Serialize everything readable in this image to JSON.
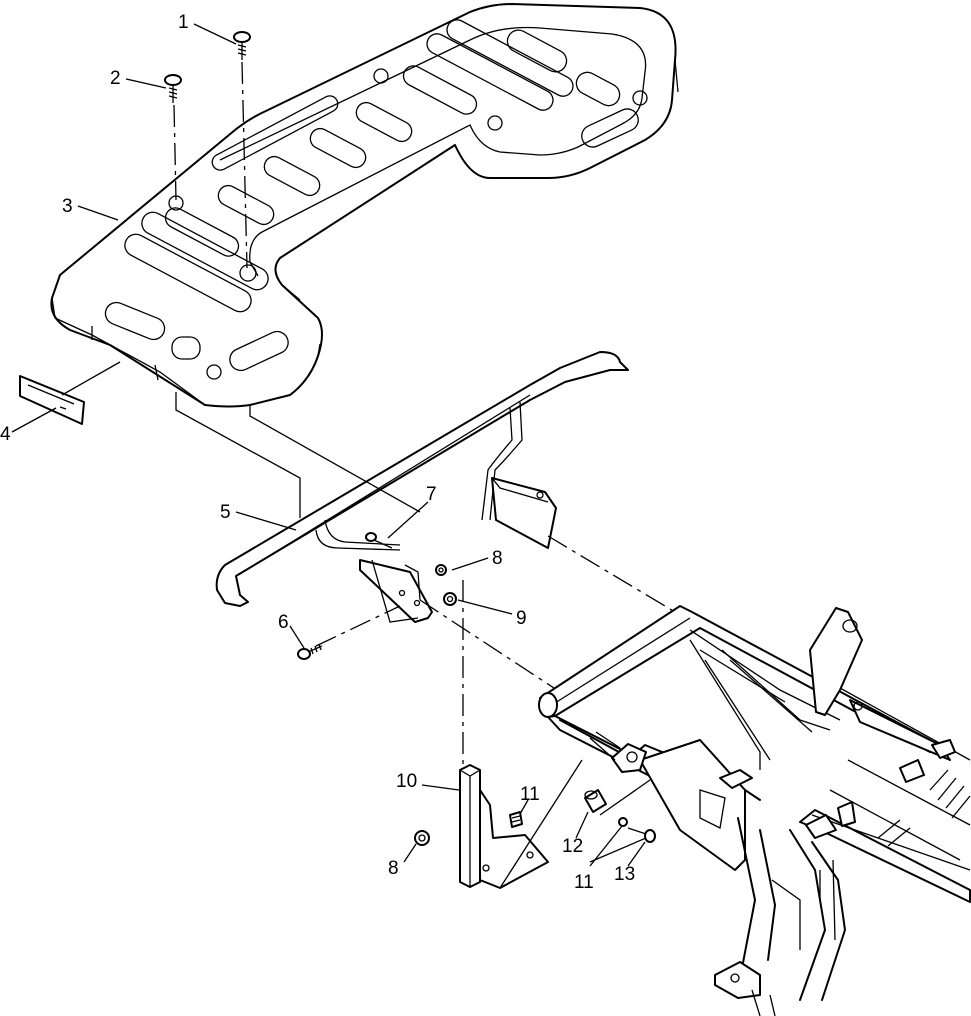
{
  "diagram": {
    "callouts": {
      "c1": "1",
      "c2": "2",
      "c3": "3",
      "c4": "4",
      "c5": "5",
      "c6": "6",
      "c7": "7",
      "c8a": "8",
      "c8b": "8",
      "c9": "9",
      "c10": "10",
      "c11a": "11",
      "c11b": "11",
      "c12": "12",
      "c13": "13"
    }
  }
}
